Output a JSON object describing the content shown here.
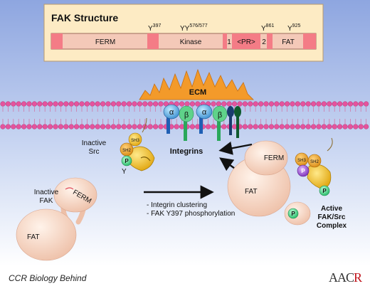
{
  "header_panel": {
    "title": "FAK Structure",
    "domains": [
      "FERM",
      "Kinase",
      "1",
      "<PR>",
      "2",
      "FAT"
    ],
    "sites": {
      "y397": "Y",
      "y397_sup": "397",
      "y576": "YY",
      "y576_sup": "576/577",
      "y861": "Y",
      "y861_sup": "861",
      "y925": "Y",
      "y925_sup": "925"
    }
  },
  "membrane": {
    "ecm_label": "ECM",
    "integrin_label": "Integrins",
    "alpha": "α",
    "beta": "β"
  },
  "inactive_src": {
    "label_line1": "Inactive",
    "label_line2": "Src",
    "sh2": "SH2",
    "sh3": "SH3",
    "p": "P",
    "y": "Y"
  },
  "inactive_fak": {
    "label_line1": "Inactive",
    "label_line2": "FAK",
    "ferm": "FERM",
    "fat": "FAT"
  },
  "process": {
    "line1": "- Integrin clustering",
    "line2": "- FAK Y397 phosphorylation"
  },
  "active_complex": {
    "ferm": "FERM",
    "fat": "FAT",
    "sh3": "SH3",
    "sh2": "SH2",
    "p": "P",
    "label_line1": "Active",
    "label_line2": "FAK/Src",
    "label_line3": "Complex"
  },
  "footer": {
    "text": "CCR Biology Behind",
    "logo_main": "AAC",
    "logo_accent": "R"
  },
  "colors": {
    "bg_top": "#8ea6e0",
    "bg_bottom": "#ffffff",
    "panel": "#fdebc4",
    "domain": "#f49a9b",
    "membrane": "#e5539d",
    "ecm": "#f39a2a",
    "fak_body": "#f8d7c4",
    "src_yellow": "#f7c92d",
    "phospho_green": "#49d98b",
    "phospho_purple": "#8a3fc9"
  }
}
